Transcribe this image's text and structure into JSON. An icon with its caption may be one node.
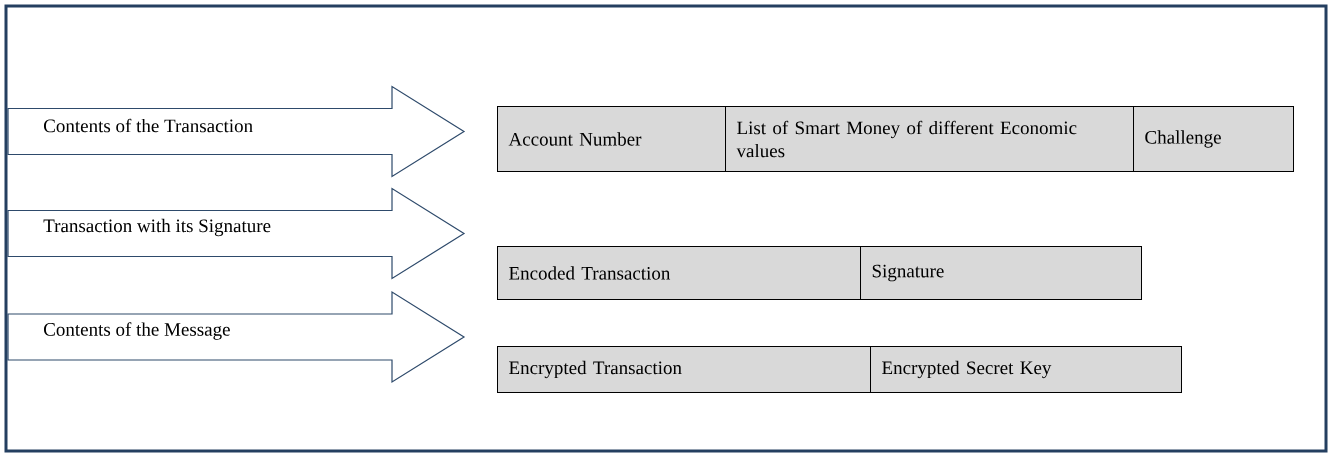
{
  "diagram": {
    "nodes": [
      {
        "text": [
          "Account Number"
        ]
      },
      {
        "text": [
          "List of Smart Money of different Economic values"
        ]
      },
      {
        "text": [
          "Challenge"
        ]
      },
      {
        "text": [
          "Encoded Transaction"
        ]
      },
      {
        "text": [
          "Signature"
        ]
      },
      {
        "text": [
          "Encrypted Transaction"
        ]
      },
      {
        "text": [
          "Encrypted Secret Key"
        ]
      }
    ],
    "edges": [
      {
        "from": null,
        "to": 0,
        "arrow": "to",
        "label": "Contents of the Transaction"
      },
      {
        "from": null,
        "to": 3,
        "arrow": "to",
        "label": "Transaction with its Signature"
      },
      {
        "from": null,
        "to": 5,
        "arrow": "to",
        "label": "Contents of the Message"
      }
    ]
  }
}
